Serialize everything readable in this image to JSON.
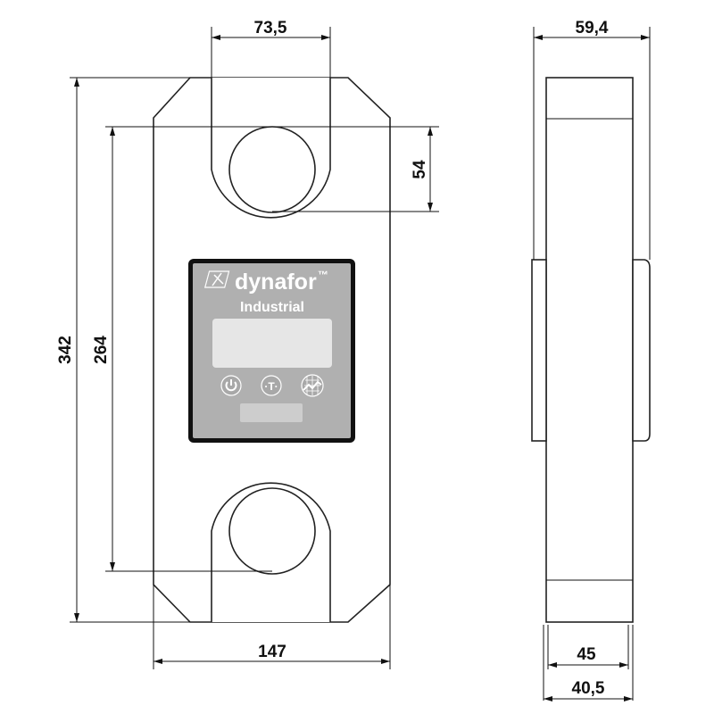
{
  "dimensions": {
    "lug_width": "73,5",
    "side_depth": "59,4",
    "hole_diameter": "54",
    "overall_length": "342",
    "hole_centers": "264",
    "overall_width": "147",
    "inner_width": "45",
    "outer_width": "40,5"
  },
  "display_panel": {
    "brand": "dynafor",
    "trademark": "™",
    "model": "Industrial",
    "buttons": [
      "power-icon",
      "tare-icon",
      "graph-icon"
    ],
    "tare_label": "·T·",
    "panel_color": "#b0b0b0",
    "screen_color": "#e6e6e6"
  }
}
